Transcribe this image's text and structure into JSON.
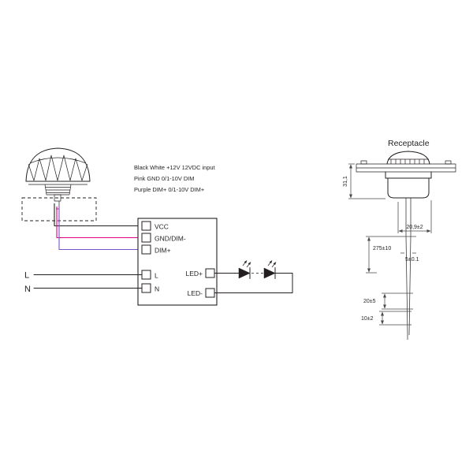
{
  "notes": {
    "line1": "Black White +12V 12VDC input",
    "line2": "Pink GND 0/1-10V DIM",
    "line3": "Purple DIM+ 0/1-10V DIM+"
  },
  "driver": {
    "vcc": "VCC",
    "gnd_dim": "GND/DIM-",
    "dim": "DIM+",
    "l": "L",
    "n": "N",
    "led_plus": "LED+",
    "led_minus": "LED-"
  },
  "mains": {
    "live": "L",
    "neutral": "N"
  },
  "receptacle": {
    "title": "Receptacle",
    "dim_height": "31,1",
    "dim_width": "20,9±2",
    "dim_cable_length": "275±10",
    "dim_wire": "5±0.1",
    "dim_strip_outer": "20±5",
    "dim_strip_inner": "10±2"
  },
  "wire_colors": {
    "black": "#231f20",
    "pink": "#e5007d",
    "purple": "#7a52c7"
  }
}
